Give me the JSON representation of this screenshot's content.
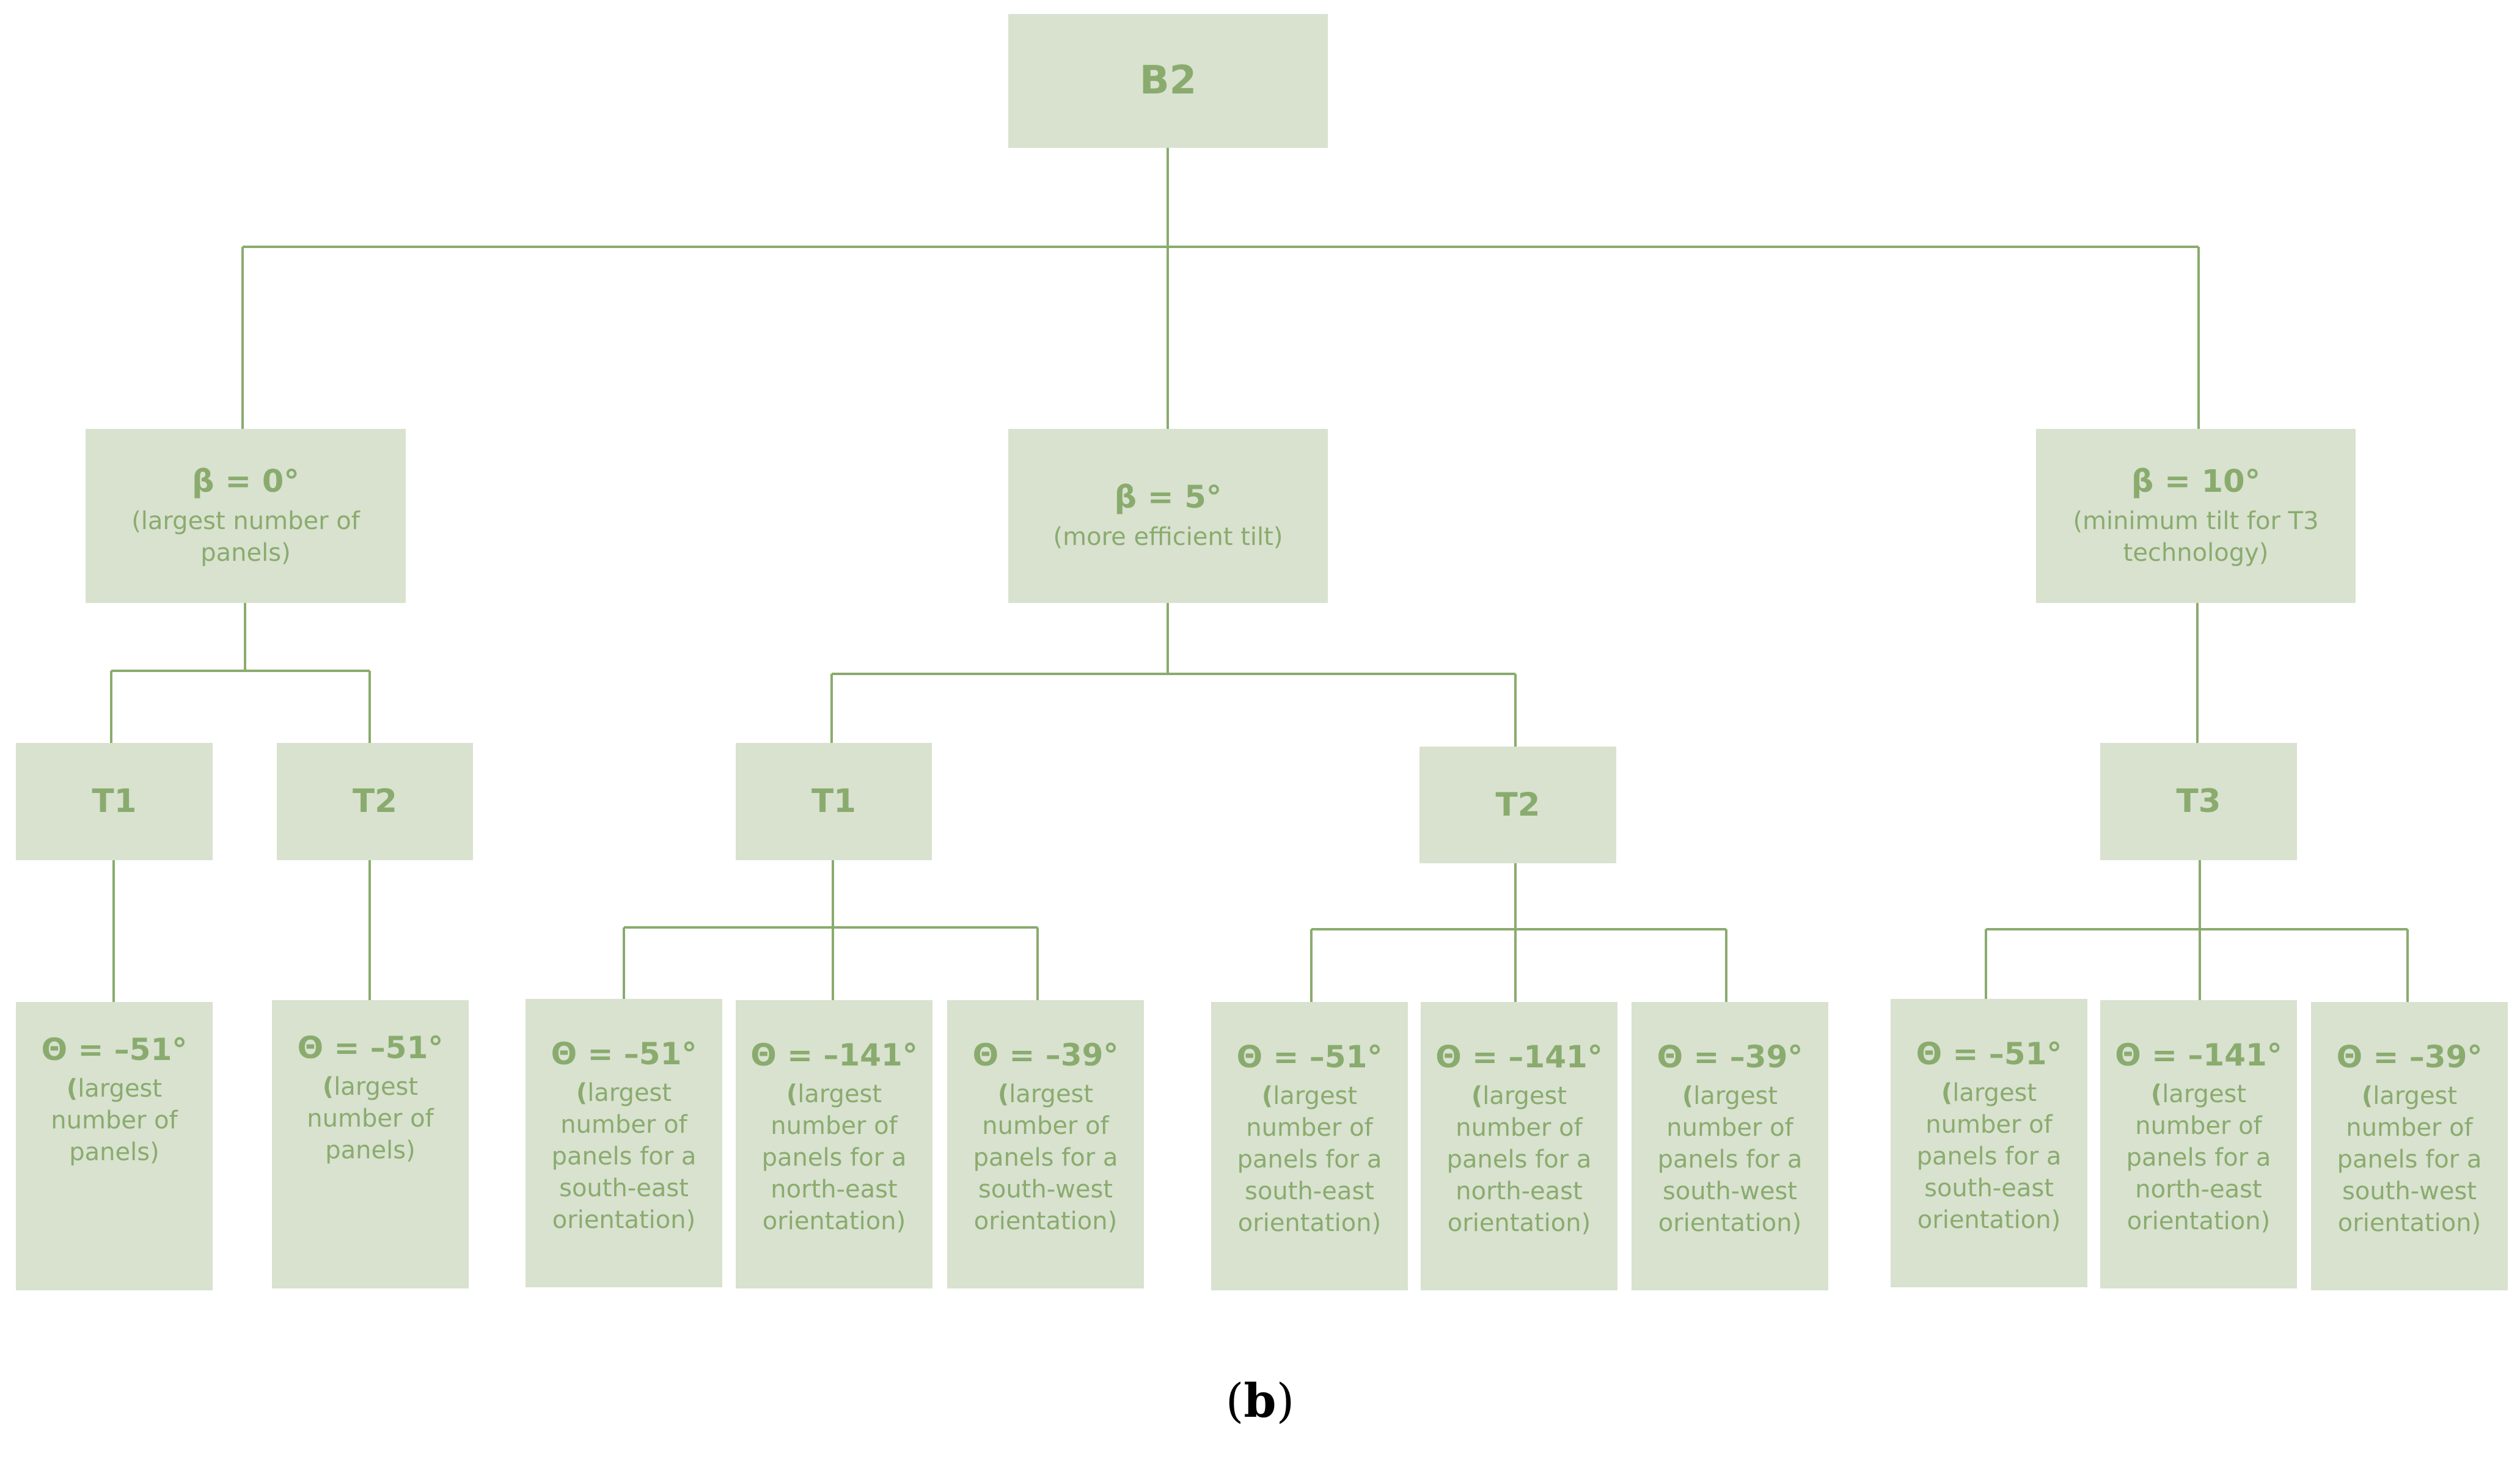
{
  "root": {
    "label": "B2"
  },
  "level1": [
    {
      "title": "β = 0°",
      "note": "(largest number of panels)"
    },
    {
      "title": "β = 5°",
      "note": "(more efficient tilt)"
    },
    {
      "title": "β = 10°",
      "note": "(minimum tilt for T3 technology)"
    }
  ],
  "level2": [
    "T1",
    "T2",
    "T1",
    "T2",
    "T3"
  ],
  "level3": [
    {
      "title": "Θ = –51°",
      "paren": "(",
      "note": "largest number of panels)"
    },
    {
      "title": "Θ = –51°",
      "paren": "(",
      "note": "largest number of panels)"
    },
    {
      "title": "Θ = –51°",
      "paren": "(",
      "note": "largest number of panels for a south-east orientation)"
    },
    {
      "title": "Θ = –141°",
      "paren": "(",
      "note": "largest number of panels for a north-east orientation)"
    },
    {
      "title": "Θ = –39°",
      "paren": "(",
      "note": "largest number of panels for a south-west orientation)"
    },
    {
      "title": "Θ = –51°",
      "paren": "(",
      "note": "largest number of panels for a south-east orientation)"
    },
    {
      "title": "Θ = –141°",
      "paren": "(",
      "note": "largest number of panels for a north-east orientation)"
    },
    {
      "title": "Θ = –39°",
      "paren": "(",
      "note": "largest number of panels for a south-west orientation)"
    },
    {
      "title": "Θ = –51°",
      "paren": "(",
      "note": "largest number of panels for a south-east orientation)"
    },
    {
      "title": "Θ = –141°",
      "paren": "(",
      "note": "largest number of panels for a north-east orientation)"
    },
    {
      "title": "Θ = –39°",
      "paren": "(",
      "note": "largest number of panels for a south-west orientation)"
    }
  ],
  "caption": {
    "open": "(",
    "letter": "b",
    "close": ")"
  },
  "colors": {
    "box_fill": "#d8e2cf",
    "text": "#8aab6e",
    "line": "#8aab6e"
  }
}
